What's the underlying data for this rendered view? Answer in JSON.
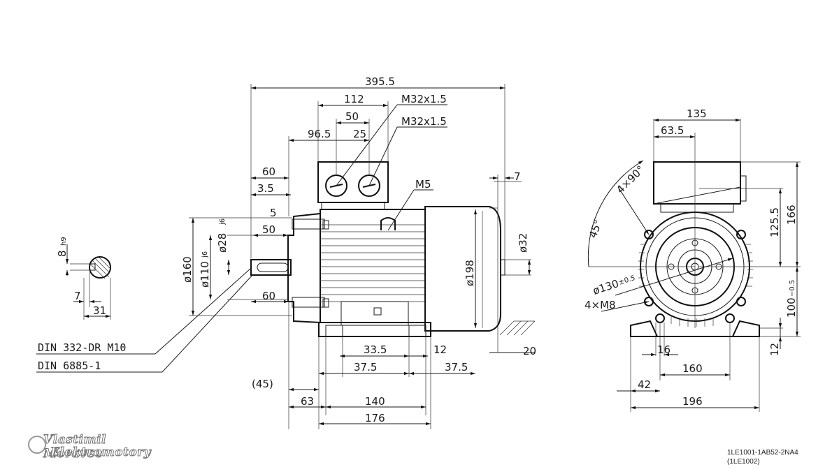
{
  "dimensions": {
    "overall_length": "395.5",
    "terminal_box_width": "112",
    "gland_spacing": "50",
    "gland_offset_a": "96.5",
    "gland_offset_b": "25",
    "thread_1": "M32x1.5",
    "thread_2": "M32x1.5",
    "lift_thread": "M5",
    "shaft_length": "60",
    "shaft_shoulder": "3.5",
    "key_offset": "5",
    "key_length": "50",
    "shaft_dia": "ø28",
    "shaft_dia_tol": "j6",
    "flange_dia": "ø160",
    "spigot_dia": "ø110",
    "spigot_dia_tol": "j6",
    "shaft_length_lower": "60",
    "frame_dia": "ø198",
    "fan_shaft_dia": "ø32",
    "fan_offset": "7",
    "fan_height": "20",
    "foot_a": "33.5",
    "foot_b": "12",
    "foot_c": "37.5",
    "foot_d": "37.5",
    "shaft_to_foot": "(45)",
    "foot_start": "63",
    "foot_spacing": "140",
    "foot_total": "176",
    "key_height": "8",
    "key_height_tol": "h9",
    "key_width": "7",
    "key_depth": "31",
    "end_box_width": "135",
    "end_box_offset": "63.5",
    "hole_angle": "4×90°",
    "hole_angle_start": "45°",
    "box_height": "166",
    "axis_to_box": "125.5",
    "flange_holes_pcd": "ø130",
    "flange_holes_pcd_tol": "±0.5",
    "flange_holes": "4×M8",
    "shaft_height": "100",
    "shaft_height_tol": "−0.5",
    "foot_thickness": "12",
    "foot_hole_dia": "16",
    "foot_hole_spacing": "160",
    "foot_edge": "42",
    "foot_width": "196"
  },
  "labels": {
    "din_1": "DIN 332-DR M10",
    "din_2": "DIN 6885-1"
  },
  "branding": {
    "line1": "Vlastimil Moravec",
    "line2": "Elektromotory"
  },
  "model": {
    "code": "1LE1001-1AB52-2NA4",
    "series": "(1LE1002)"
  }
}
